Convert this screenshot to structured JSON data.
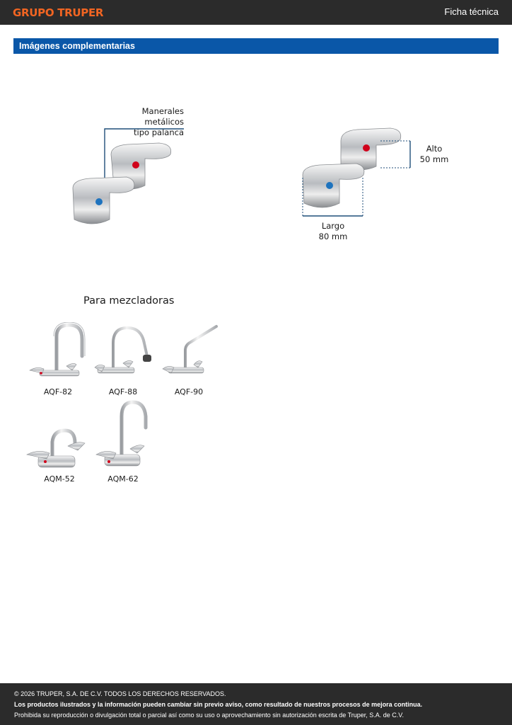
{
  "header": {
    "brand": "GRUPO TRUPER",
    "doc_type": "Ficha técnica"
  },
  "section": {
    "title": "Imágenes complementarias"
  },
  "handles_image": {
    "label_line1": "Manerales metálicos",
    "label_line2": "tipo palanca"
  },
  "dimensions_image": {
    "height_label": "Alto",
    "height_value": "50 mm",
    "length_label": "Largo",
    "length_value": "80 mm"
  },
  "mixers": {
    "heading": "Para mezcladoras",
    "models": [
      "AQF-82",
      "AQF-88",
      "AQF-90",
      "AQM-52",
      "AQM-62"
    ]
  },
  "footer": {
    "copyright": "© 2026 TRUPER, S.A. DE C.V. TODOS LOS DERECHOS RESERVADOS.",
    "notice": "Los productos ilustrados y la información pueden cambiar sin previo aviso, como resultado de nuestros procesos de mejora continua.",
    "restriction": "Prohibida su reproducción o divulgación total o parcial así como su uso o aprovechamiento sin autorización escrita de Truper, S.A. de C.V."
  },
  "colors": {
    "brand": "#f26522",
    "section_bar": "#0a57a8",
    "dark_bar": "#2b2b2b",
    "hot_dot": "#d0021b",
    "cold_dot": "#1e73be",
    "callout_line": "#1f4e79"
  }
}
